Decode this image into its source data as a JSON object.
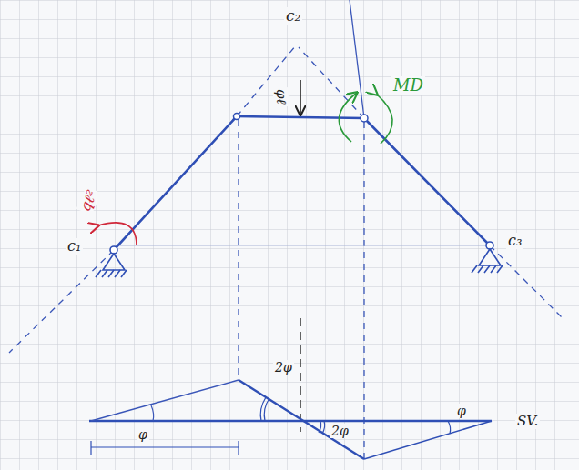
{
  "diagram": {
    "labels": [
      "c₂",
      "φℓ",
      "MD",
      "qℓ²",
      "c₁",
      "c₃",
      "φ",
      "2φ",
      "2φ",
      "φ",
      "SV."
    ]
  }
}
